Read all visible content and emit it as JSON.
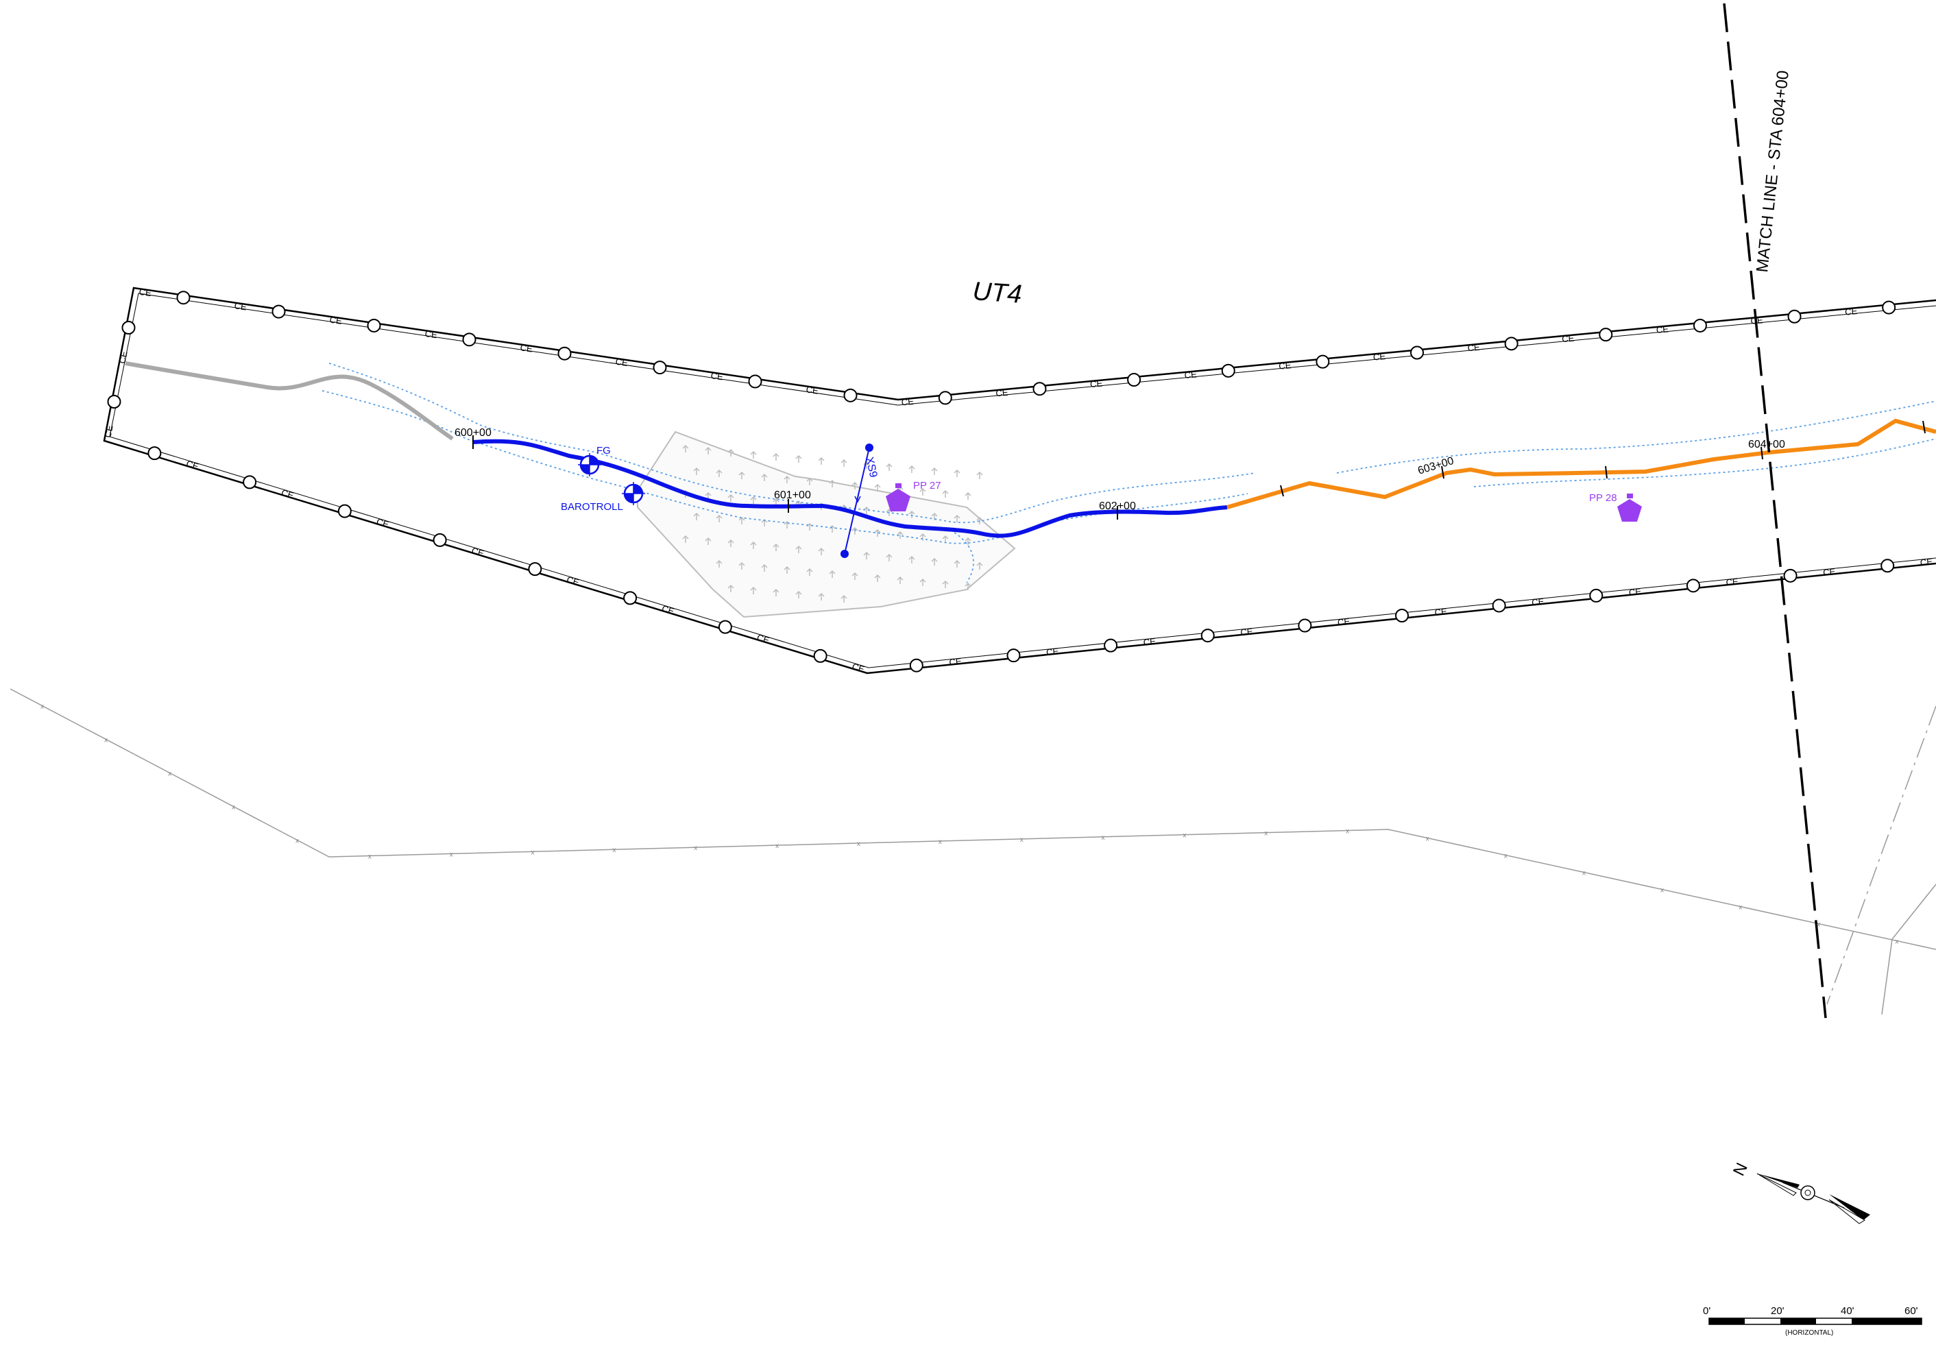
{
  "reach_label": "UT4",
  "match_line": "MATCH LINE - STA 604+00",
  "stations": [
    "600+00",
    "601+00",
    "602+00",
    "603+00",
    "604+00"
  ],
  "gauges": {
    "fg": "FG",
    "barotroll": "BAROTROLL"
  },
  "cross_section": "XS9",
  "photo_points": [
    "PP 27",
    "PP 28"
  ],
  "easement_tag": "CE",
  "fence_tag": "x",
  "north_label": "N",
  "scale": {
    "ticks": [
      "0'",
      "20'",
      "40'",
      "60'"
    ],
    "caption": "(HORIZONTAL)"
  },
  "colors": {
    "stream_existing": "#a9a9a9",
    "stream_restored": "#0b12e6",
    "stream_enhanced": "#f58a12",
    "top_of_bank": "#5aa0e6",
    "photo_point": "#9a3ff0",
    "wetland_hatch": "#bdbdbd"
  }
}
